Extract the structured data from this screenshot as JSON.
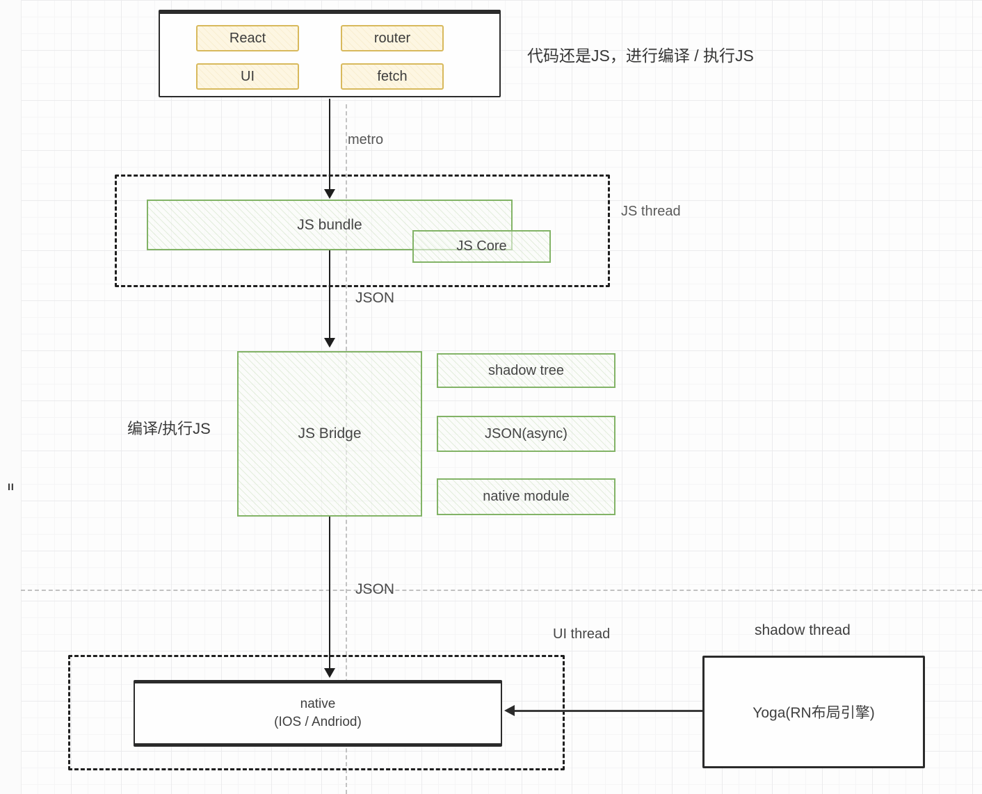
{
  "nodes": {
    "code_box": {
      "chips": [
        "React",
        "router",
        "UI",
        "fetch"
      ]
    },
    "js_bundle": {
      "label": "JS bundle"
    },
    "js_core": {
      "label": "JS Core"
    },
    "js_bridge": {
      "label": "JS Bridge"
    },
    "shadow_tree": {
      "label": "shadow tree"
    },
    "json_async": {
      "label": "JSON(async)"
    },
    "native_module": {
      "label": "native module"
    },
    "native": {
      "line1": "native",
      "line2": "(IOS / Andriod)"
    },
    "yoga": {
      "label": "Yoga(RN布局引擎)"
    }
  },
  "labels": {
    "top_note": "代码还是JS，进行编译 / 执行JS",
    "metro": "metro",
    "json_upper": "JSON",
    "json_lower": "JSON",
    "js_thread": "JS thread",
    "ui_thread": "UI thread",
    "shadow_thread": "shadow thread",
    "compile_exec": "编译/执行JS",
    "side_mark": "II"
  },
  "colors": {
    "green_border": "#82b366",
    "green_fill": "#f9fcf7",
    "yellow_border": "#d8b95c",
    "yellow_fill": "#fdf6e2",
    "dark_border": "#2b2b2b",
    "label_gray": "#555555",
    "grid_major": "#ebebed",
    "grid_minor": "#f5f5f6"
  }
}
